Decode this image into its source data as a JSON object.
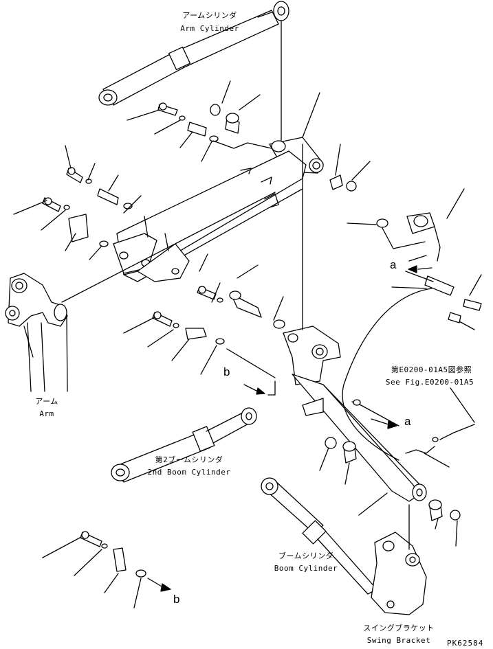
{
  "labels": {
    "arm_cylinder_jp": "アームシリンダ",
    "arm_cylinder_en": "Arm Cylinder",
    "arm_jp": "アーム",
    "arm_en": "Arm",
    "second_boom_cylinder_jp": "第2ブームシリンダ",
    "second_boom_cylinder_en": "2nd Boom Cylinder",
    "boom_cylinder_jp": "ブームシリンダ",
    "boom_cylinder_en": "Boom Cylinder",
    "swing_bracket_jp": "スイングブラケット",
    "swing_bracket_en": "Swing Bracket",
    "see_fig_jp": "第E0200-01A5図参照",
    "see_fig_en": "See Fig.E0200-01A5"
  },
  "markers": {
    "a_upper": "a",
    "a_lower": "a",
    "b_left": "b",
    "b_lower": "b"
  },
  "drawing_code": "PK62584",
  "colors": {
    "ink": "#000000",
    "paper": "#ffffff"
  }
}
